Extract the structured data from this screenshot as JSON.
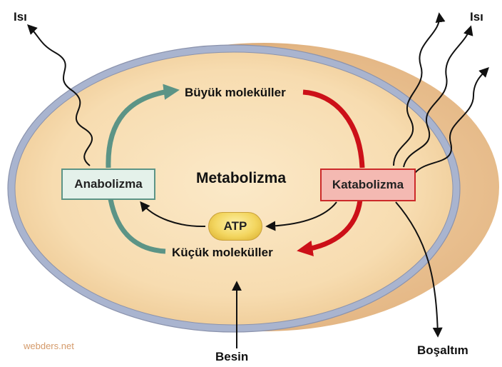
{
  "labels": {
    "heat_left": "Isı",
    "heat_right": "Isı",
    "large_molecules": "Büyük moleküller",
    "small_molecules": "Küçük moleküller",
    "metabolism": "Metabolizma",
    "anabolism": "Anabolizma",
    "catabolism": "Katabolizma",
    "atp": "ATP",
    "food": "Besin",
    "excretion": "Boşaltım",
    "watermark": "webders.net"
  },
  "colors": {
    "cell_fill": "#f7dcb0",
    "membrane": "#a9b4cf",
    "anabolism_arrow": "#5c9486",
    "catabolism_arrow": "#cc1018",
    "anabolism_box_fill": "#e4f1ea",
    "anabolism_box_border": "#5c9486",
    "catabolism_box_fill": "#f4b9b2",
    "catabolism_box_border": "#cc2a2a",
    "atp_fill": "#f3d660"
  }
}
